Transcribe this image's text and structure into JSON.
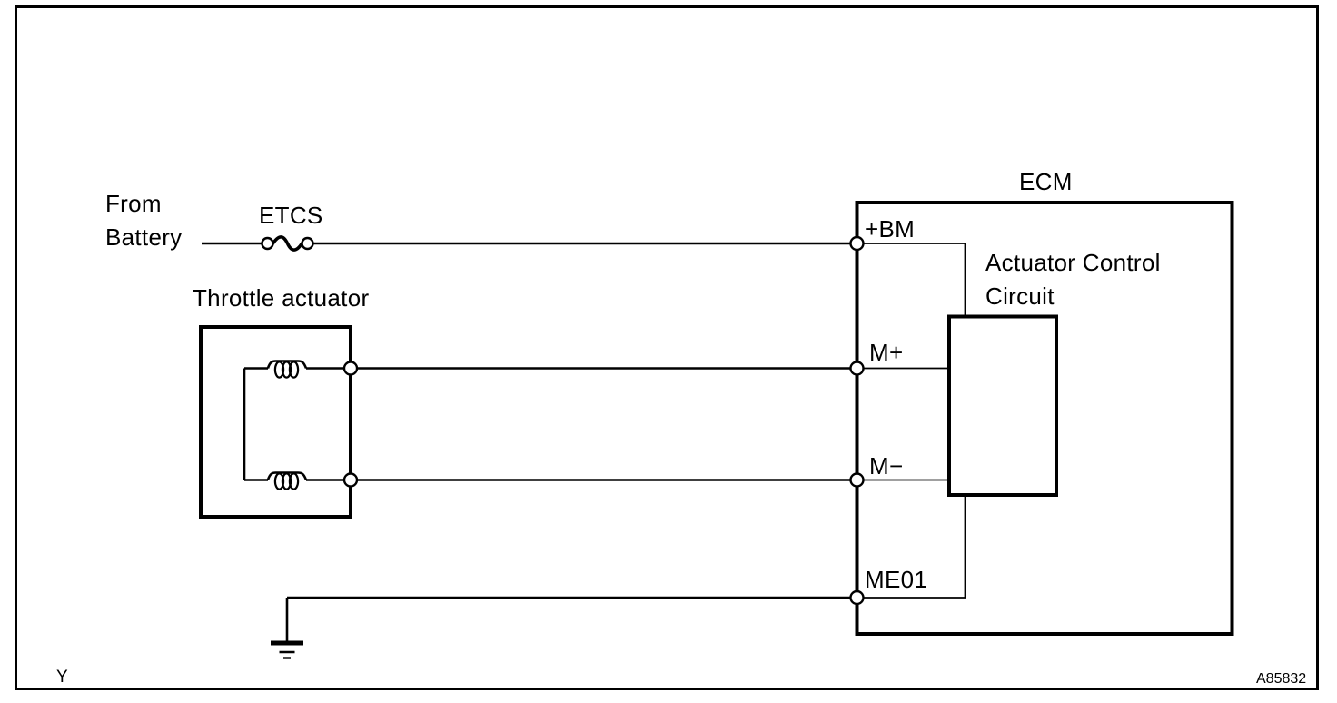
{
  "colors": {
    "line": "#000000",
    "background": "#ffffff"
  },
  "battery": {
    "line1": "From",
    "line2": "Battery"
  },
  "fuse": {
    "label": "ETCS"
  },
  "throttle_actuator": {
    "label": "Throttle actuator"
  },
  "ecm": {
    "label": "ECM",
    "circuit_line1": "Actuator Control",
    "circuit_line2": "Circuit",
    "terminals": [
      "+BM",
      "M+",
      "M−",
      "ME01"
    ]
  },
  "footer": {
    "left_marker": "Y",
    "figure_id": "A85832"
  }
}
